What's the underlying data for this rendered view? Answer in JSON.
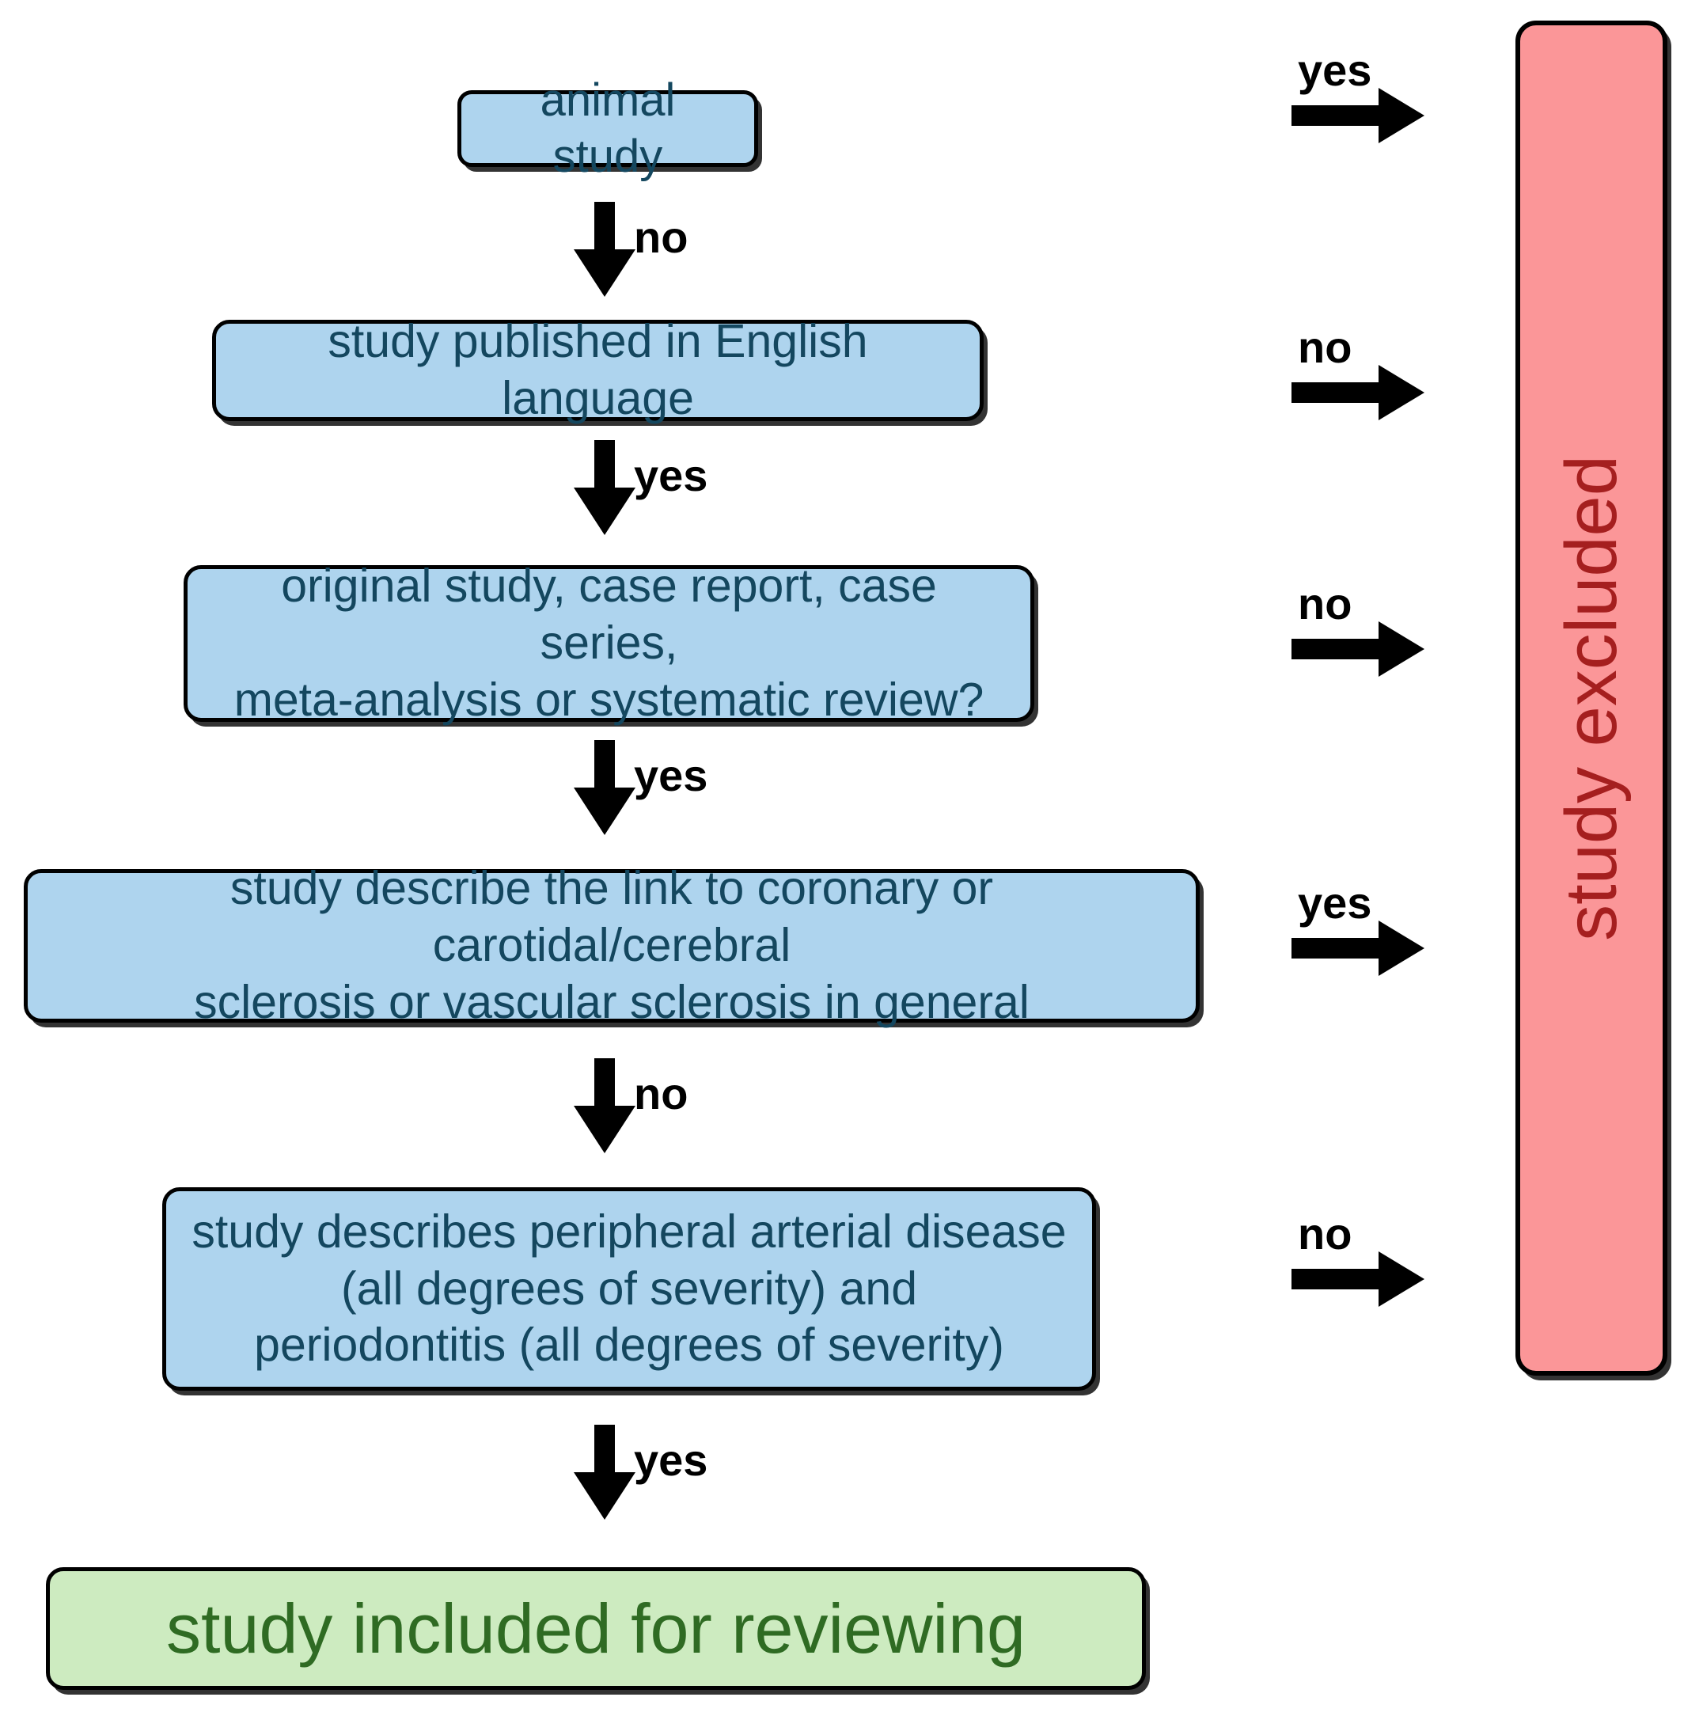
{
  "diagram": {
    "title": "study inclusion / exclusion flowchart",
    "colors": {
      "decision_fill": "#AED4EE",
      "decision_text": "#14475f",
      "included_fill": "#CDEBC0",
      "included_text": "#2f6b23",
      "excluded_fill": "#FB9698",
      "excluded_text": "#a51f1f",
      "stroke": "#000000",
      "background": "#ffffff"
    },
    "decision_nodes": [
      {
        "id": "animal",
        "label": "animal study"
      },
      {
        "id": "english",
        "label": "study published in English language"
      },
      {
        "id": "studytype",
        "label": "original study, case report, case series,\nmeta-analysis or systematic review?"
      },
      {
        "id": "sclerosis",
        "label": "study describe the link to coronary or carotidal/cerebral\nsclerosis or vascular sclerosis in general"
      },
      {
        "id": "pad",
        "label": "study describes peripheral arterial disease\n(all degrees of severity) and\nperiodontitis (all degrees of severity)"
      }
    ],
    "terminal_included": {
      "id": "included",
      "label": "study included for reviewing"
    },
    "terminal_excluded": {
      "id": "excluded",
      "label": "study excluded"
    },
    "vertical_edges": [
      {
        "from": "animal",
        "to": "english",
        "label": "no"
      },
      {
        "from": "english",
        "to": "studytype",
        "label": "yes"
      },
      {
        "from": "studytype",
        "to": "sclerosis",
        "label": "yes"
      },
      {
        "from": "sclerosis",
        "to": "pad",
        "label": "no"
      },
      {
        "from": "pad",
        "to": "included",
        "label": "yes"
      }
    ],
    "exclusion_edges": [
      {
        "from": "animal",
        "to": "excluded",
        "label": "yes"
      },
      {
        "from": "english",
        "to": "excluded",
        "label": "no"
      },
      {
        "from": "studytype",
        "to": "excluded",
        "label": "no"
      },
      {
        "from": "sclerosis",
        "to": "excluded",
        "label": "yes"
      },
      {
        "from": "pad",
        "to": "excluded",
        "label": "no"
      }
    ]
  }
}
